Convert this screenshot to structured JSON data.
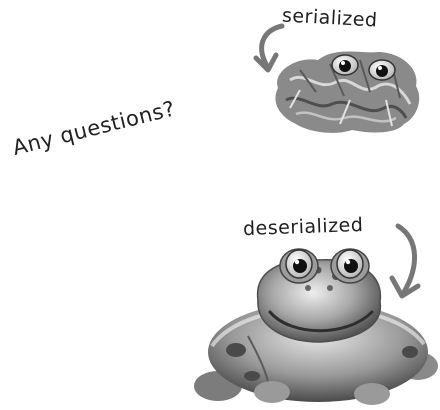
{
  "labels": {
    "serialized": "serialized",
    "deserialized": "deserialized",
    "questions": "Any questions?"
  },
  "colors": {
    "arrow": "#777777",
    "text": "#1f1f1f"
  },
  "illustrations": {
    "top": "crumpled-deflated-frog-float",
    "bottom": "inflated-frog-pool-float"
  }
}
